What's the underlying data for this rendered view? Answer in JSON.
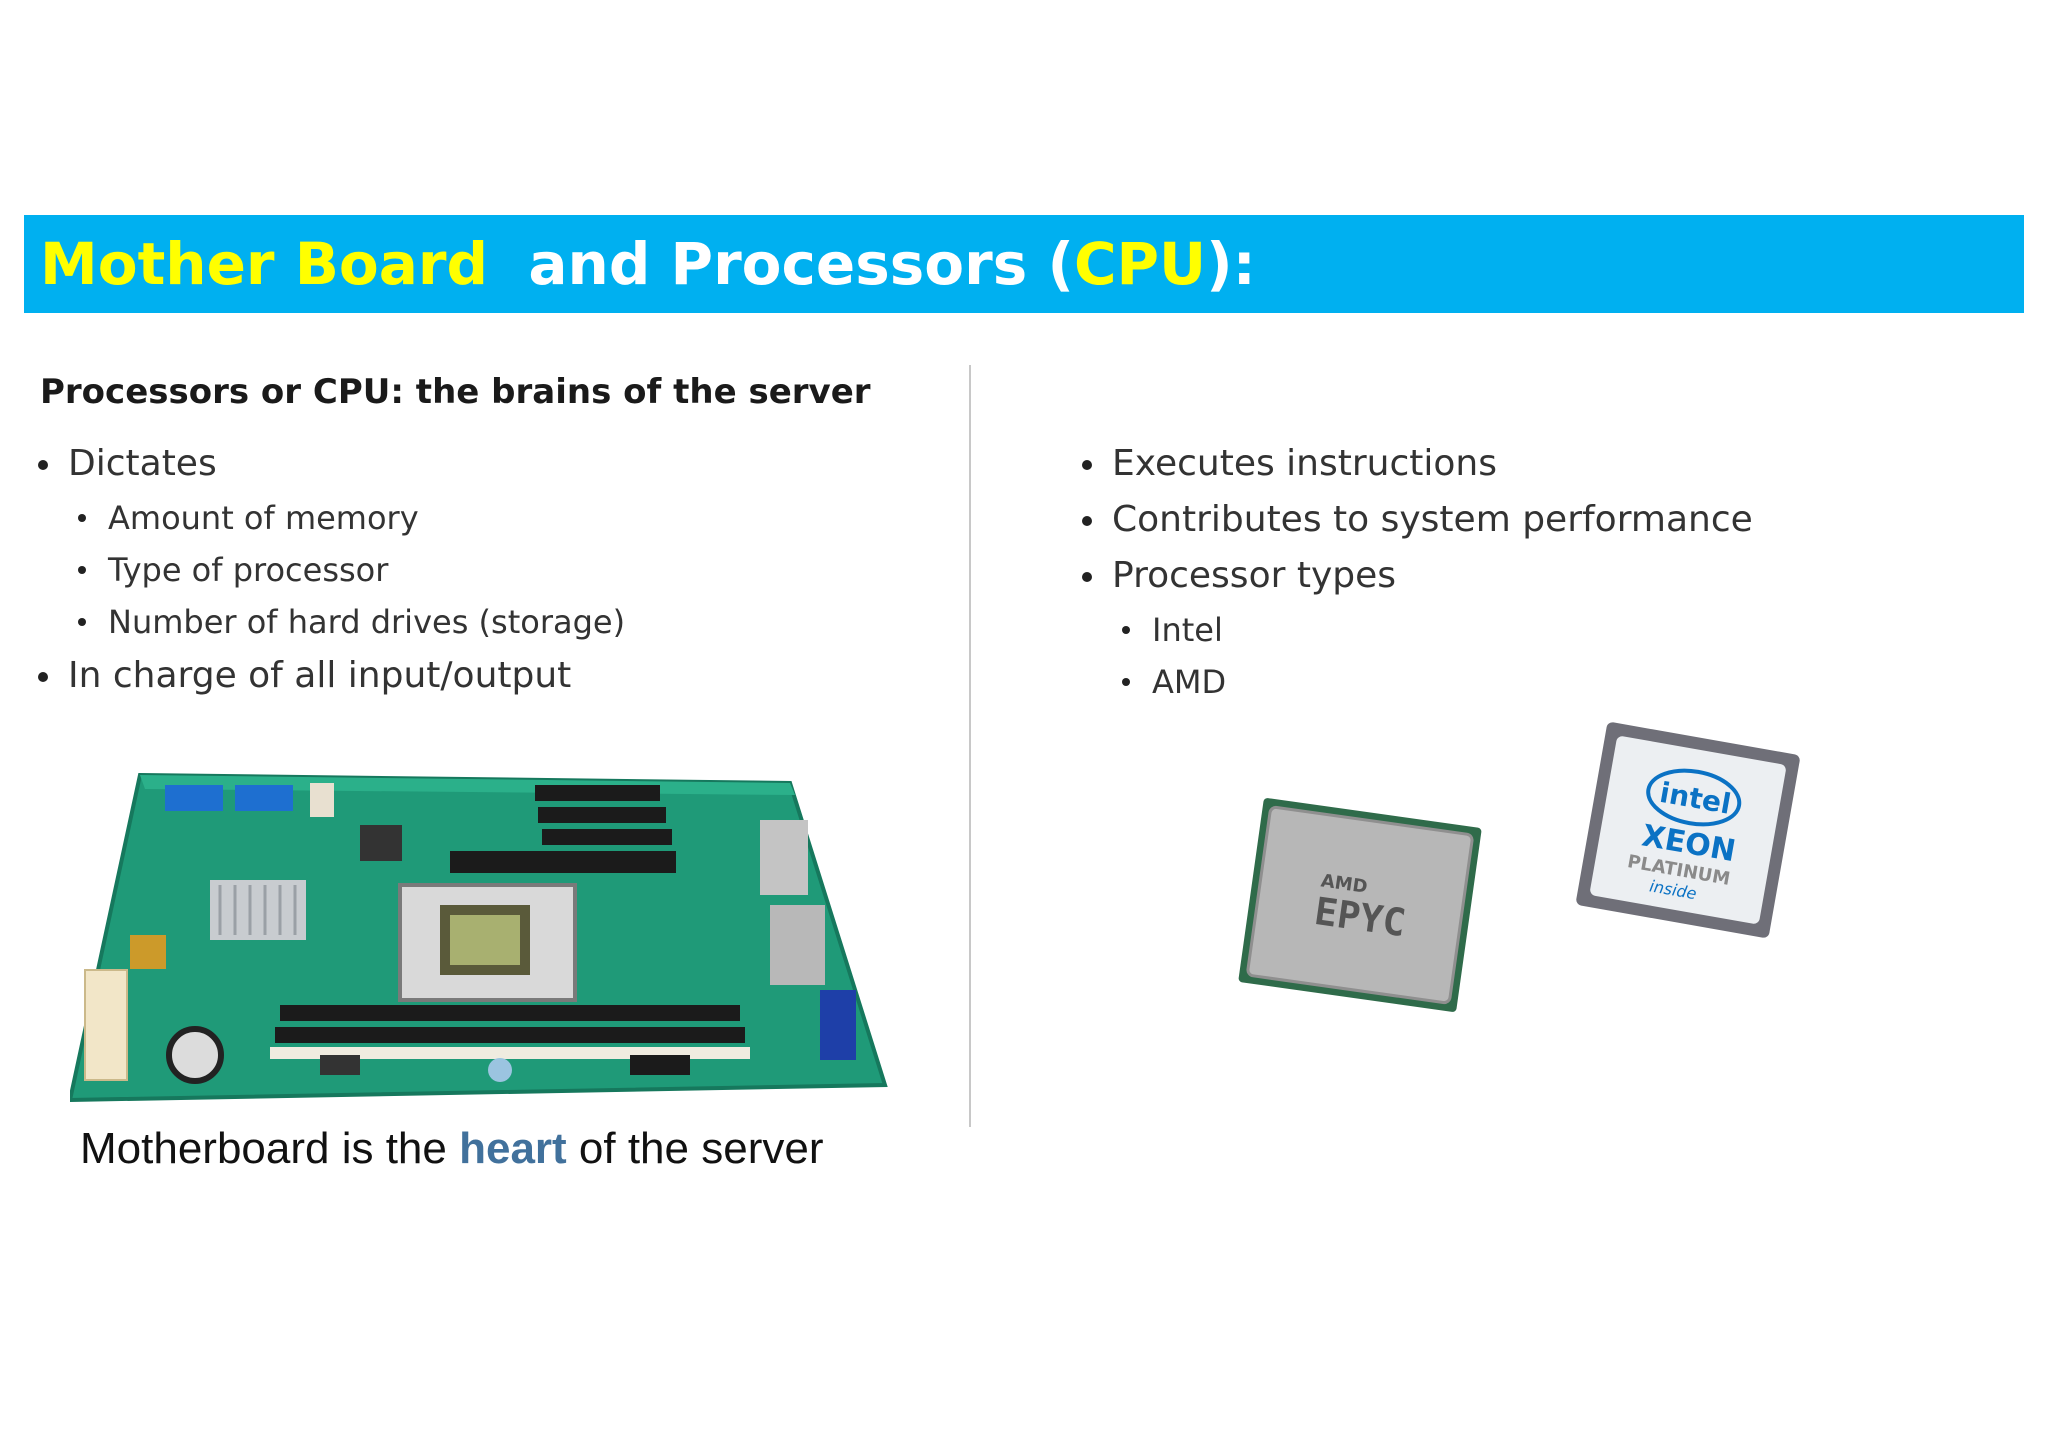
{
  "title": {
    "part1": "Mother Board",
    "part2": "  and Processors (",
    "part3": "CPU",
    "part4": "):"
  },
  "left": {
    "heading": "Processors or CPU: the brains of the server",
    "bullets": [
      {
        "level": 1,
        "text": "Dictates"
      },
      {
        "level": 2,
        "text": "Amount of memory"
      },
      {
        "level": 2,
        "text": "Type of processor"
      },
      {
        "level": 2,
        "text": "Number of hard drives (storage)"
      },
      {
        "level": 1,
        "text": "In charge of all input/output"
      }
    ]
  },
  "right": {
    "bullets": [
      {
        "level": 1,
        "text": "Executes instructions"
      },
      {
        "level": 1,
        "text": "Contributes to system performance"
      },
      {
        "level": 1,
        "text": "Processor types"
      },
      {
        "level": 2,
        "text": "Intel"
      },
      {
        "level": 2,
        "text": "AMD"
      }
    ]
  },
  "caption": {
    "before": "Motherboard is the ",
    "emphasis": "heart",
    "after": " of the server"
  },
  "chips": {
    "amd": {
      "brand": "AMD",
      "model": "EPYC"
    },
    "intel": {
      "brand": "intel",
      "line1": "XEON",
      "line2": "PLATINUM",
      "line3": "inside"
    }
  },
  "colors": {
    "title_bar": "#00b0f0",
    "title_accent": "#ffff00",
    "heart_accent": "#41719c",
    "board_green": "#1f9a78"
  }
}
